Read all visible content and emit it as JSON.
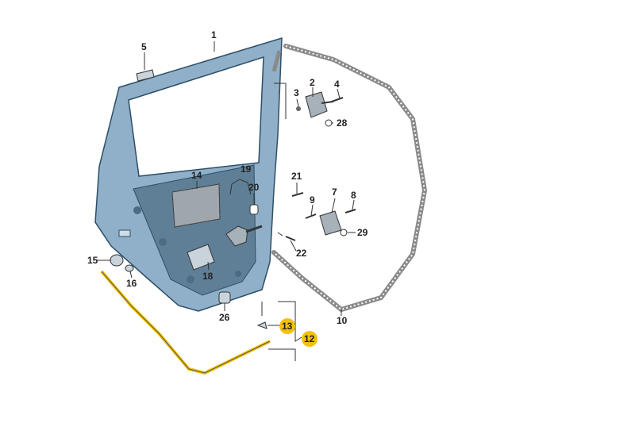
{
  "diagram": {
    "highlight_color": "#f2c20a",
    "panel_color": "#8fb0c8",
    "callouts": {
      "c1": "1",
      "c2": "2",
      "c3": "3",
      "c4": "4",
      "c5": "5",
      "c7": "7",
      "c8": "8",
      "c9": "9",
      "c10": "10",
      "c12": "12",
      "c13": "13",
      "c14": "14",
      "c15": "15",
      "c16": "16",
      "c18": "18",
      "c19": "19",
      "c20": "20",
      "c21": "21",
      "c22": "22",
      "c26": "26",
      "c28": "28",
      "c29": "29"
    }
  }
}
